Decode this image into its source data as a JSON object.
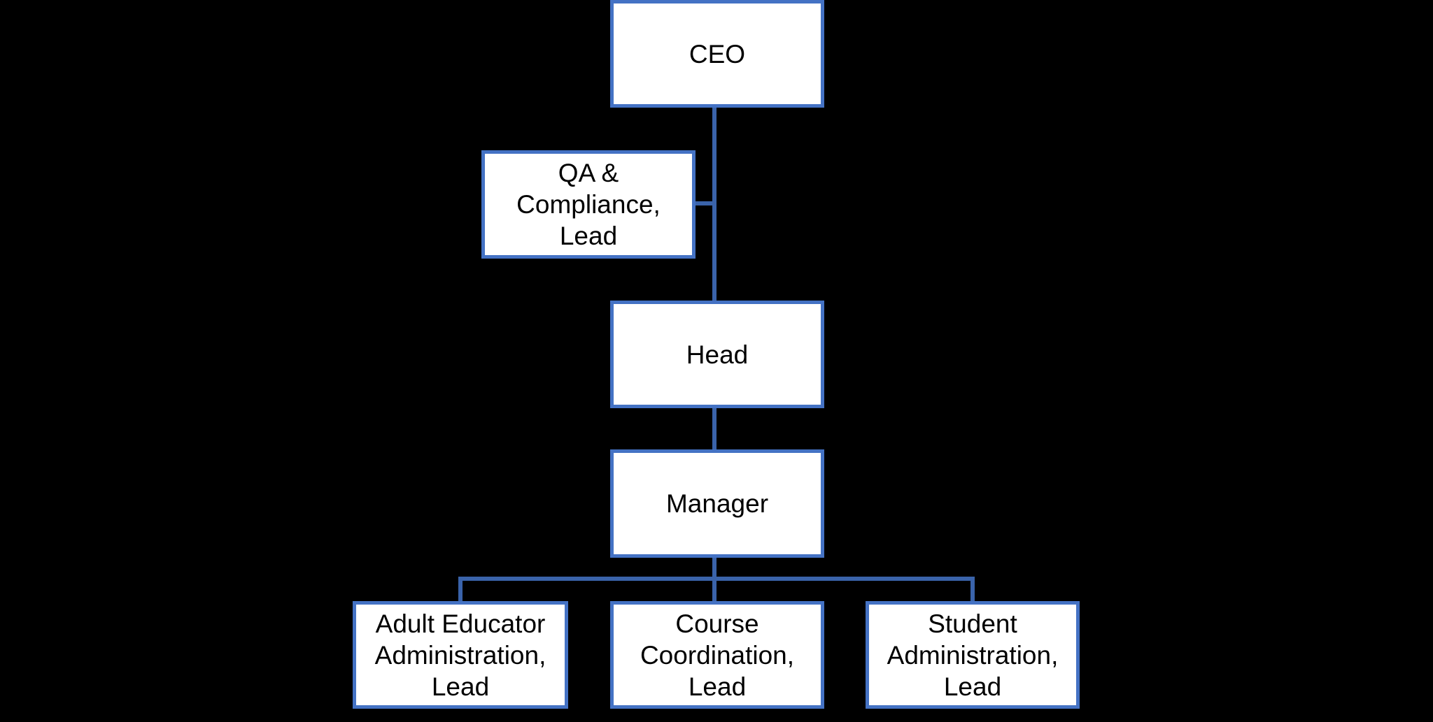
{
  "diagram": {
    "type": "org_chart",
    "colors": {
      "background": "#000000",
      "node_fill": "#ffffff",
      "node_border": "#4472c4",
      "connector": "#3a63aa",
      "text": "#000000"
    },
    "nodes": [
      {
        "id": "ceo",
        "label": "CEO",
        "display": "CEO"
      },
      {
        "id": "qa",
        "label": "QA & Compliance, Lead",
        "display": "QA &\nCompliance,\nLead"
      },
      {
        "id": "head",
        "label": "Head",
        "display": "Head"
      },
      {
        "id": "manager",
        "label": "Manager",
        "display": "Manager"
      },
      {
        "id": "adult",
        "label": "Adult Educator Administration, Lead",
        "display": "Adult Educator\nAdministration,\nLead"
      },
      {
        "id": "course",
        "label": "Course Coordination, Lead",
        "display": "Course\nCoordination,\nLead"
      },
      {
        "id": "student",
        "label": "Student Administration, Lead",
        "display": "Student\nAdministration,\nLead"
      }
    ],
    "edges": [
      {
        "from": "CEO",
        "to": "QA & Compliance, Lead",
        "type": "assistant-branch"
      },
      {
        "from": "CEO",
        "to": "Head",
        "type": "reports"
      },
      {
        "from": "Head",
        "to": "Manager",
        "type": "reports"
      },
      {
        "from": "Manager",
        "to": "Adult Educator Administration, Lead",
        "type": "reports"
      },
      {
        "from": "Manager",
        "to": "Course Coordination, Lead",
        "type": "reports"
      },
      {
        "from": "Manager",
        "to": "Student Administration, Lead",
        "type": "reports"
      }
    ]
  }
}
